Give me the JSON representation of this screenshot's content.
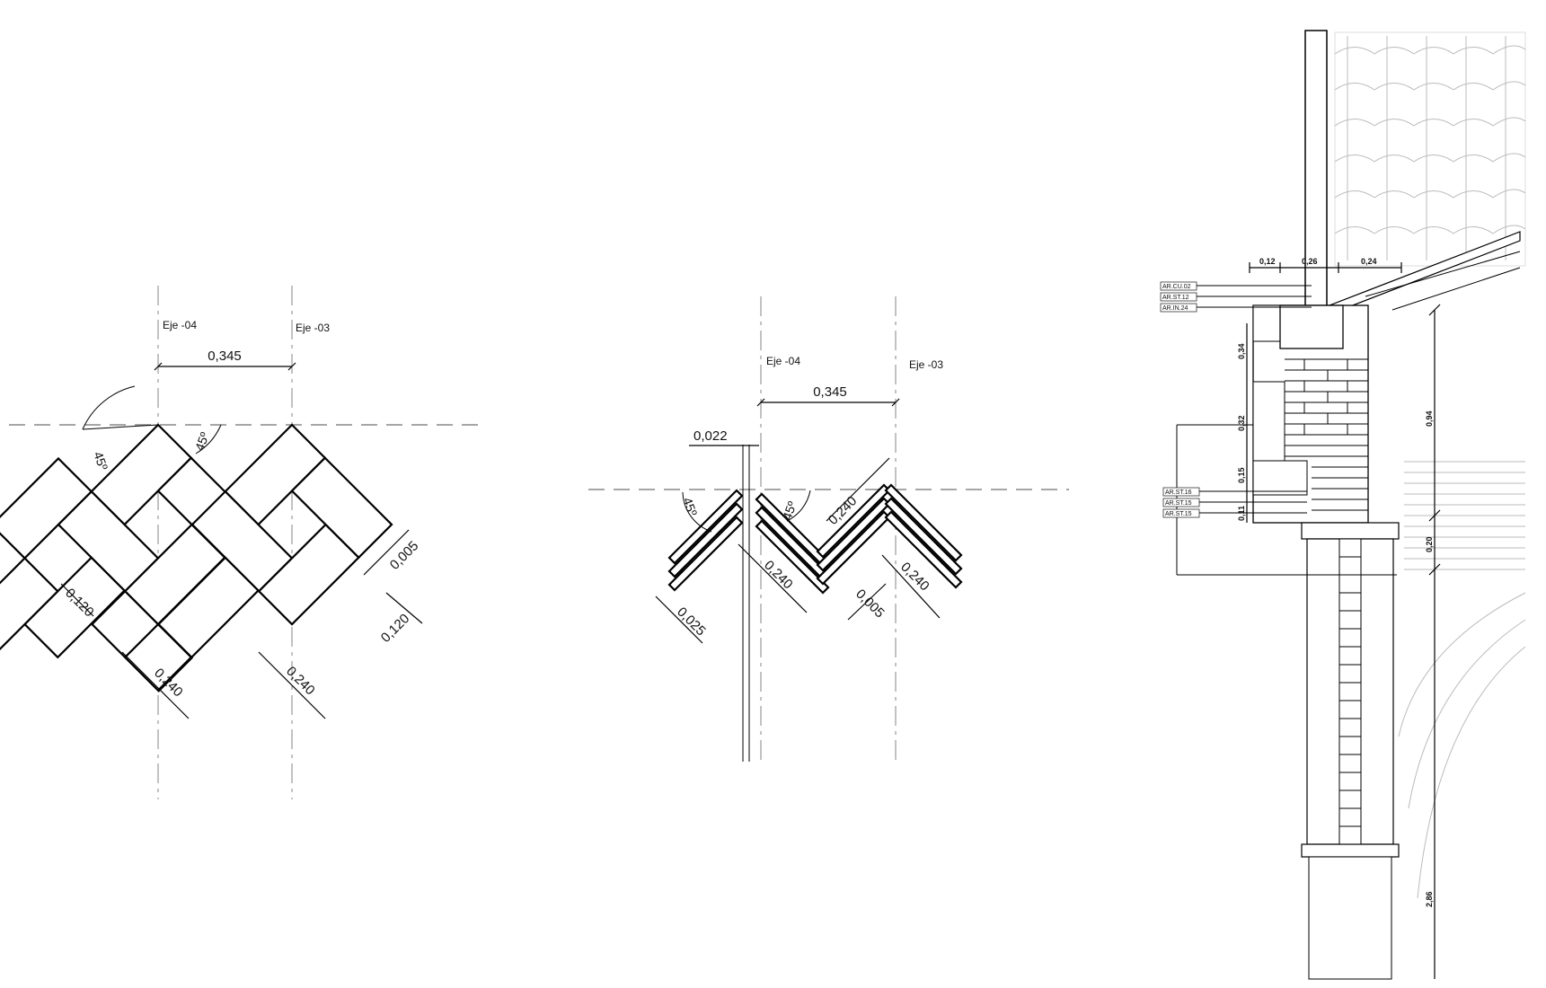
{
  "panel_plan": {
    "axis_left": "Eje -04",
    "axis_right": "Eje -03",
    "axis_spacing": "0,345",
    "angle_left": "45º",
    "angle_right": "45º",
    "brick_width_left": "0,120",
    "brick_length_left": "0,240",
    "brick_length_right": "0,240",
    "brick_width_right": "0,120",
    "joint": "0,005"
  },
  "panel_section": {
    "axis_left": "Eje -04",
    "axis_right": "Eje -03",
    "axis_spacing": "0,345",
    "gap": "0,022",
    "angle_left": "45º",
    "angle_right": "45º",
    "thickness": "0,025",
    "length_a": "0,240",
    "length_b": "0,240",
    "length_c": "0,240",
    "joint": "0,005"
  },
  "panel_elevation": {
    "top_dims": [
      "0,12",
      "0,26",
      "0,24"
    ],
    "tags": [
      "AR.CU.02",
      "AR.ST.12",
      "AR.IN.24",
      "AR.ST.16",
      "AR.ST.15",
      "AR.ST.15"
    ],
    "small_dims": [
      "0,34",
      "0,32",
      "0,15",
      "0,11"
    ],
    "right_dims": [
      "0,94",
      "0,20",
      "2,86"
    ]
  }
}
